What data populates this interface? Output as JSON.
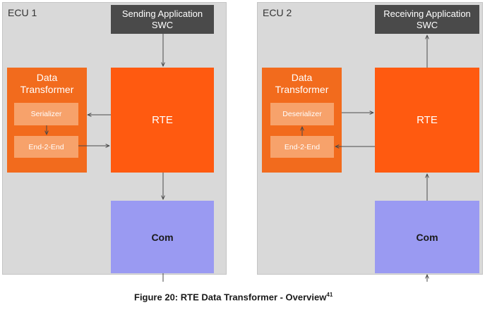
{
  "ecu1": {
    "label": "ECU 1",
    "swc": "Sending Application\nSWC",
    "transformer_title": "Data\nTransformer",
    "step_top": "Serializer",
    "step_bottom": "End-2-End",
    "rte": "RTE",
    "com": "Com"
  },
  "ecu2": {
    "label": "ECU 2",
    "swc": "Receiving Application\nSWC",
    "transformer_title": "Data\nTransformer",
    "step_top": "Deserializer",
    "step_bottom": "End-2-End",
    "rte": "RTE",
    "com": "Com"
  },
  "caption": {
    "text": "Figure 20: RTE Data Transformer - Overview",
    "footnote": "41"
  },
  "colors": {
    "ecu_bg": "#d9d9d9",
    "swc_bg": "#4a4a4a",
    "transformer_bg": "#f26b1d",
    "step_bg": "#f7a26b",
    "rte_bg": "#ff5a10",
    "com_bg": "#9a9af2",
    "arrow": "#4a4a4a"
  }
}
